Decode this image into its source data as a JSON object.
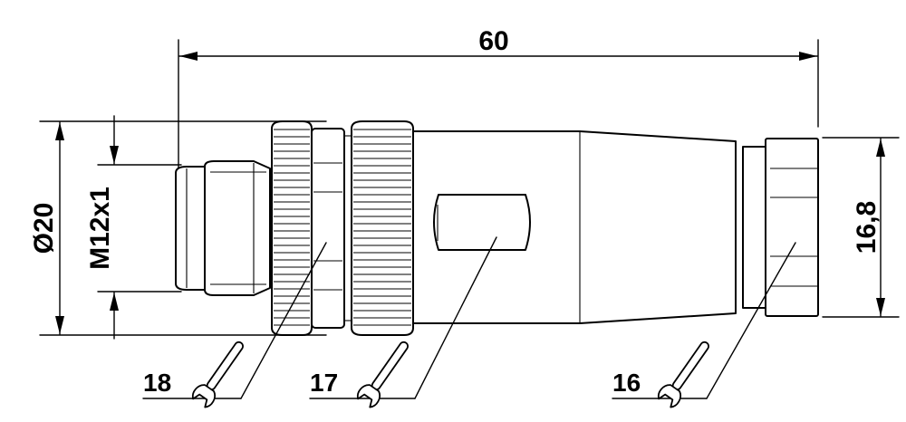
{
  "dimensions": {
    "length": "60",
    "outer_diameter": "Ø20",
    "thread": "M12x1",
    "width": "16,8"
  },
  "callouts": [
    {
      "label": "18"
    },
    {
      "label": "17"
    },
    {
      "label": "16"
    }
  ],
  "icons": {
    "wrench": "open-end-wrench-icon"
  }
}
